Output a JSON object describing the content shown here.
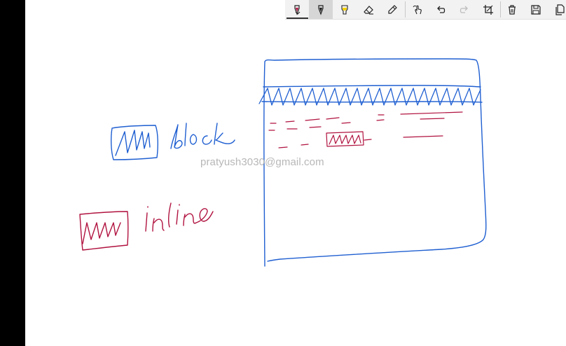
{
  "watermark": "pratyush3030@gmail.com",
  "sketch": {
    "label_block": "block",
    "label_inline": "inline"
  },
  "toolbar": {
    "tools": [
      {
        "name": "ballpoint-pen-red",
        "icon": "pen-icon",
        "color": "#b0123f"
      },
      {
        "name": "ballpoint-pen-black",
        "icon": "pen-icon",
        "color": "#1a1a1a"
      },
      {
        "name": "highlighter",
        "icon": "highlighter-icon",
        "color": "#f5d200"
      },
      {
        "name": "eraser",
        "icon": "eraser-icon"
      },
      {
        "name": "ruler",
        "icon": "ruler-icon"
      },
      {
        "name": "touch-writing",
        "icon": "touch-writing-icon"
      },
      {
        "name": "undo",
        "icon": "undo-icon"
      },
      {
        "name": "redo",
        "icon": "redo-icon"
      },
      {
        "name": "crop",
        "icon": "crop-icon"
      },
      {
        "name": "delete",
        "icon": "trash-icon"
      },
      {
        "name": "save",
        "icon": "save-icon"
      },
      {
        "name": "copy",
        "icon": "copy-icon"
      }
    ]
  },
  "colors": {
    "ink_blue": "#1f5fd1",
    "ink_red": "#b0123f",
    "background": "#ffffff",
    "sidebar": "#000000"
  }
}
